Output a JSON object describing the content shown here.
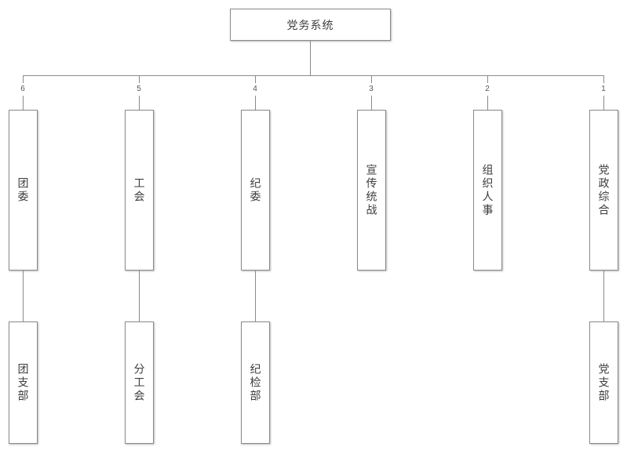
{
  "diagram": {
    "root": {
      "label": "党务系统"
    },
    "branches": [
      {
        "num": "6",
        "label": "团委",
        "child": "团支部"
      },
      {
        "num": "5",
        "label": "工会",
        "child": "分工会"
      },
      {
        "num": "4",
        "label": "纪委",
        "child": "纪检部"
      },
      {
        "num": "3",
        "label": "宣传统战"
      },
      {
        "num": "2",
        "label": "组织人事"
      },
      {
        "num": "1",
        "label": "党政综合",
        "child": "党支部"
      }
    ],
    "colors": {
      "line": "#8a8a8a",
      "text": "#3d3d3d",
      "number": "#555555",
      "background": "#ffffff"
    }
  }
}
